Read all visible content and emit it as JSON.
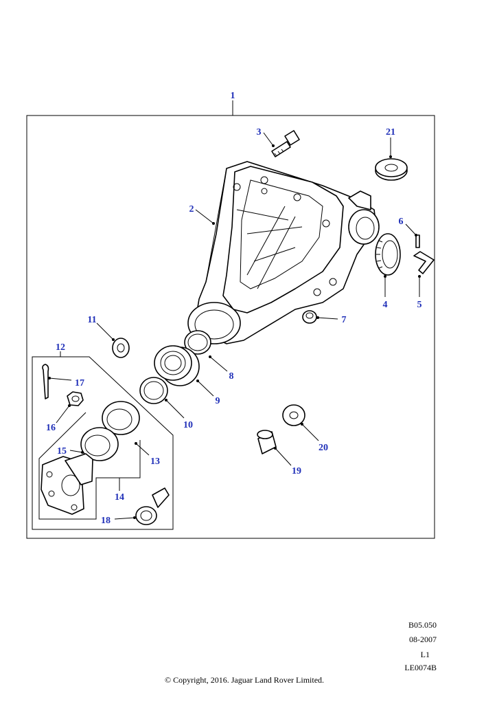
{
  "callouts": [
    "1",
    "2",
    "3",
    "4",
    "5",
    "6",
    "7",
    "8",
    "9",
    "10",
    "11",
    "12",
    "13",
    "14",
    "15",
    "16",
    "17",
    "18",
    "19",
    "20",
    "21"
  ],
  "meta": {
    "ref": "B05.050",
    "date": "08-2007",
    "level": "L1",
    "code": "LE0074B"
  },
  "copyright": "© Copyright, 2016. Jaguar Land Rover Limited.",
  "colors": {
    "callout": "#1f2fb8",
    "line": "#000000"
  }
}
